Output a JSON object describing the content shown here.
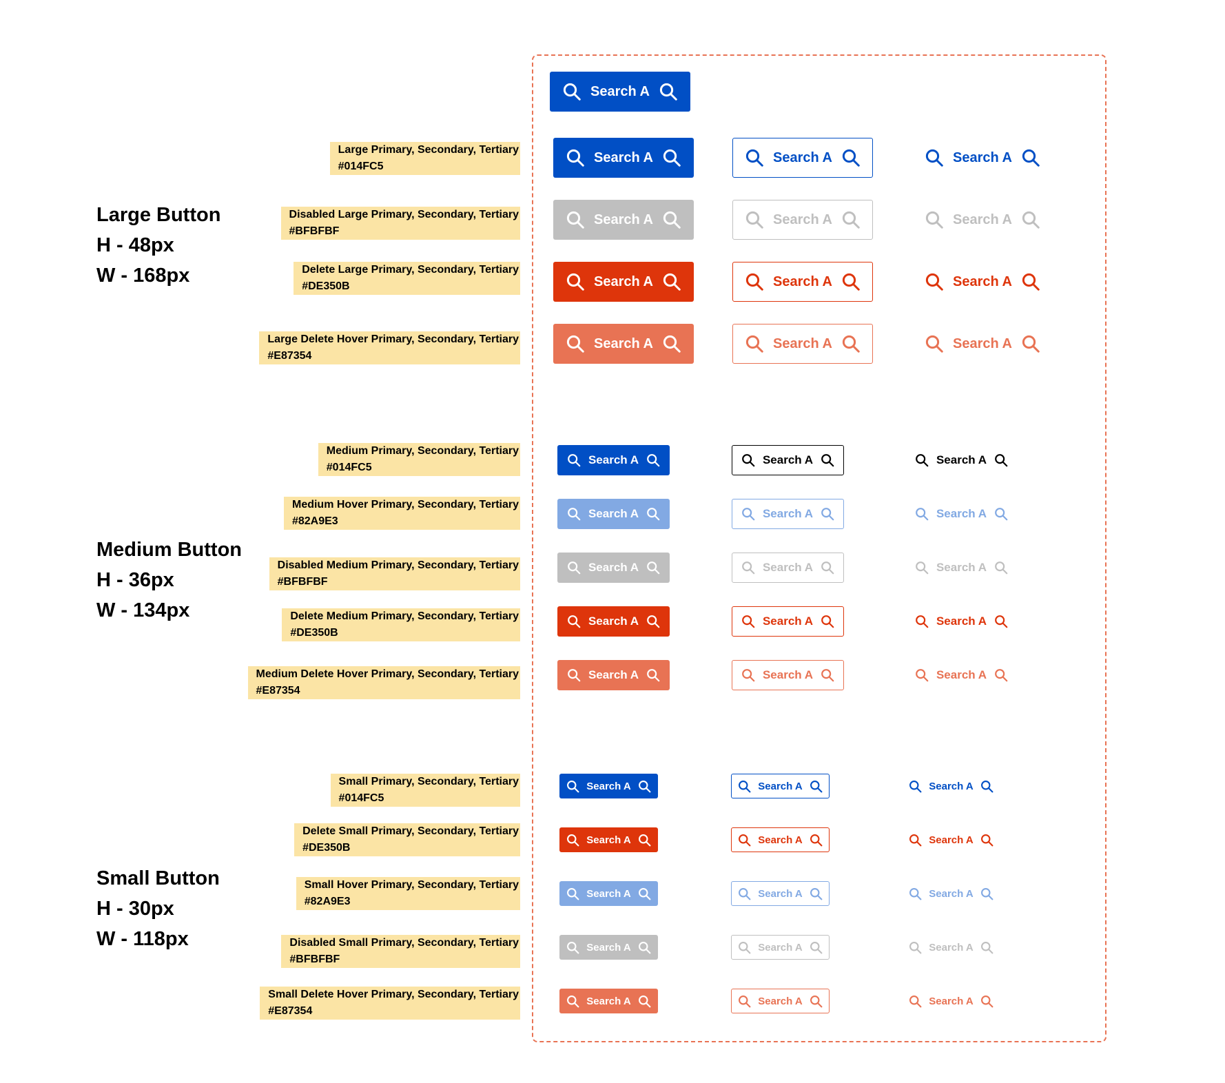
{
  "button_label": "Search A",
  "colors": {
    "primary": "#014FC5",
    "hover": "#82A9E3",
    "disabled": "#BFBFBF",
    "delete": "#DE350B",
    "delete_hover": "#E87354",
    "medium_secondary_text": "#000000",
    "note_background": "#FBE4A5",
    "frame_border": "#E87354"
  },
  "icons": {
    "leading": "search-icon",
    "trailing": "search-icon"
  },
  "sections": {
    "large": {
      "title": "Large Button",
      "height": "H - 48px",
      "width": "W - 168px"
    },
    "medium": {
      "title": "Medium Button",
      "height": "H - 36px",
      "width": "W - 134px"
    },
    "small": {
      "title": "Small Button",
      "height": "H - 30px",
      "width": "W - 118px"
    }
  },
  "notes": {
    "large_primary": {
      "label": "Large Primary, Secondary, Tertiary",
      "color": "#014FC5"
    },
    "large_disabled": {
      "label": "Disabled Large Primary, Secondary, Tertiary",
      "color": "#BFBFBF"
    },
    "large_delete": {
      "label": "Delete Large Primary, Secondary, Tertiary",
      "color": "#DE350B"
    },
    "large_delete_hover": {
      "label": "Large Delete Hover Primary, Secondary, Tertiary",
      "color": "#E87354"
    },
    "medium_primary": {
      "label": "Medium Primary, Secondary, Tertiary",
      "color": "#014FC5"
    },
    "medium_hover": {
      "label": "Medium Hover Primary, Secondary, Tertiary",
      "color": "#82A9E3"
    },
    "medium_disabled": {
      "label": "Disabled Medium Primary, Secondary, Tertiary",
      "color": "#BFBFBF"
    },
    "medium_delete": {
      "label": "Delete Medium Primary, Secondary, Tertiary",
      "color": "#DE350B"
    },
    "medium_delete_hover": {
      "label": "Medium Delete Hover Primary, Secondary, Tertiary",
      "color": "#E87354"
    },
    "small_primary": {
      "label": "Small Primary, Secondary, Tertiary",
      "color": "#014FC5"
    },
    "small_delete": {
      "label": "Delete Small Primary, Secondary, Tertiary",
      "color": "#DE350B"
    },
    "small_hover": {
      "label": "Small Hover Primary, Secondary, Tertiary",
      "color": "#82A9E3"
    },
    "small_disabled": {
      "label": "Disabled Small Primary, Secondary, Tertiary",
      "color": "#BFBFBF"
    },
    "small_delete_hover": {
      "label": "Small Delete Hover Primary, Secondary, Tertiary",
      "color": "#E87354"
    }
  }
}
